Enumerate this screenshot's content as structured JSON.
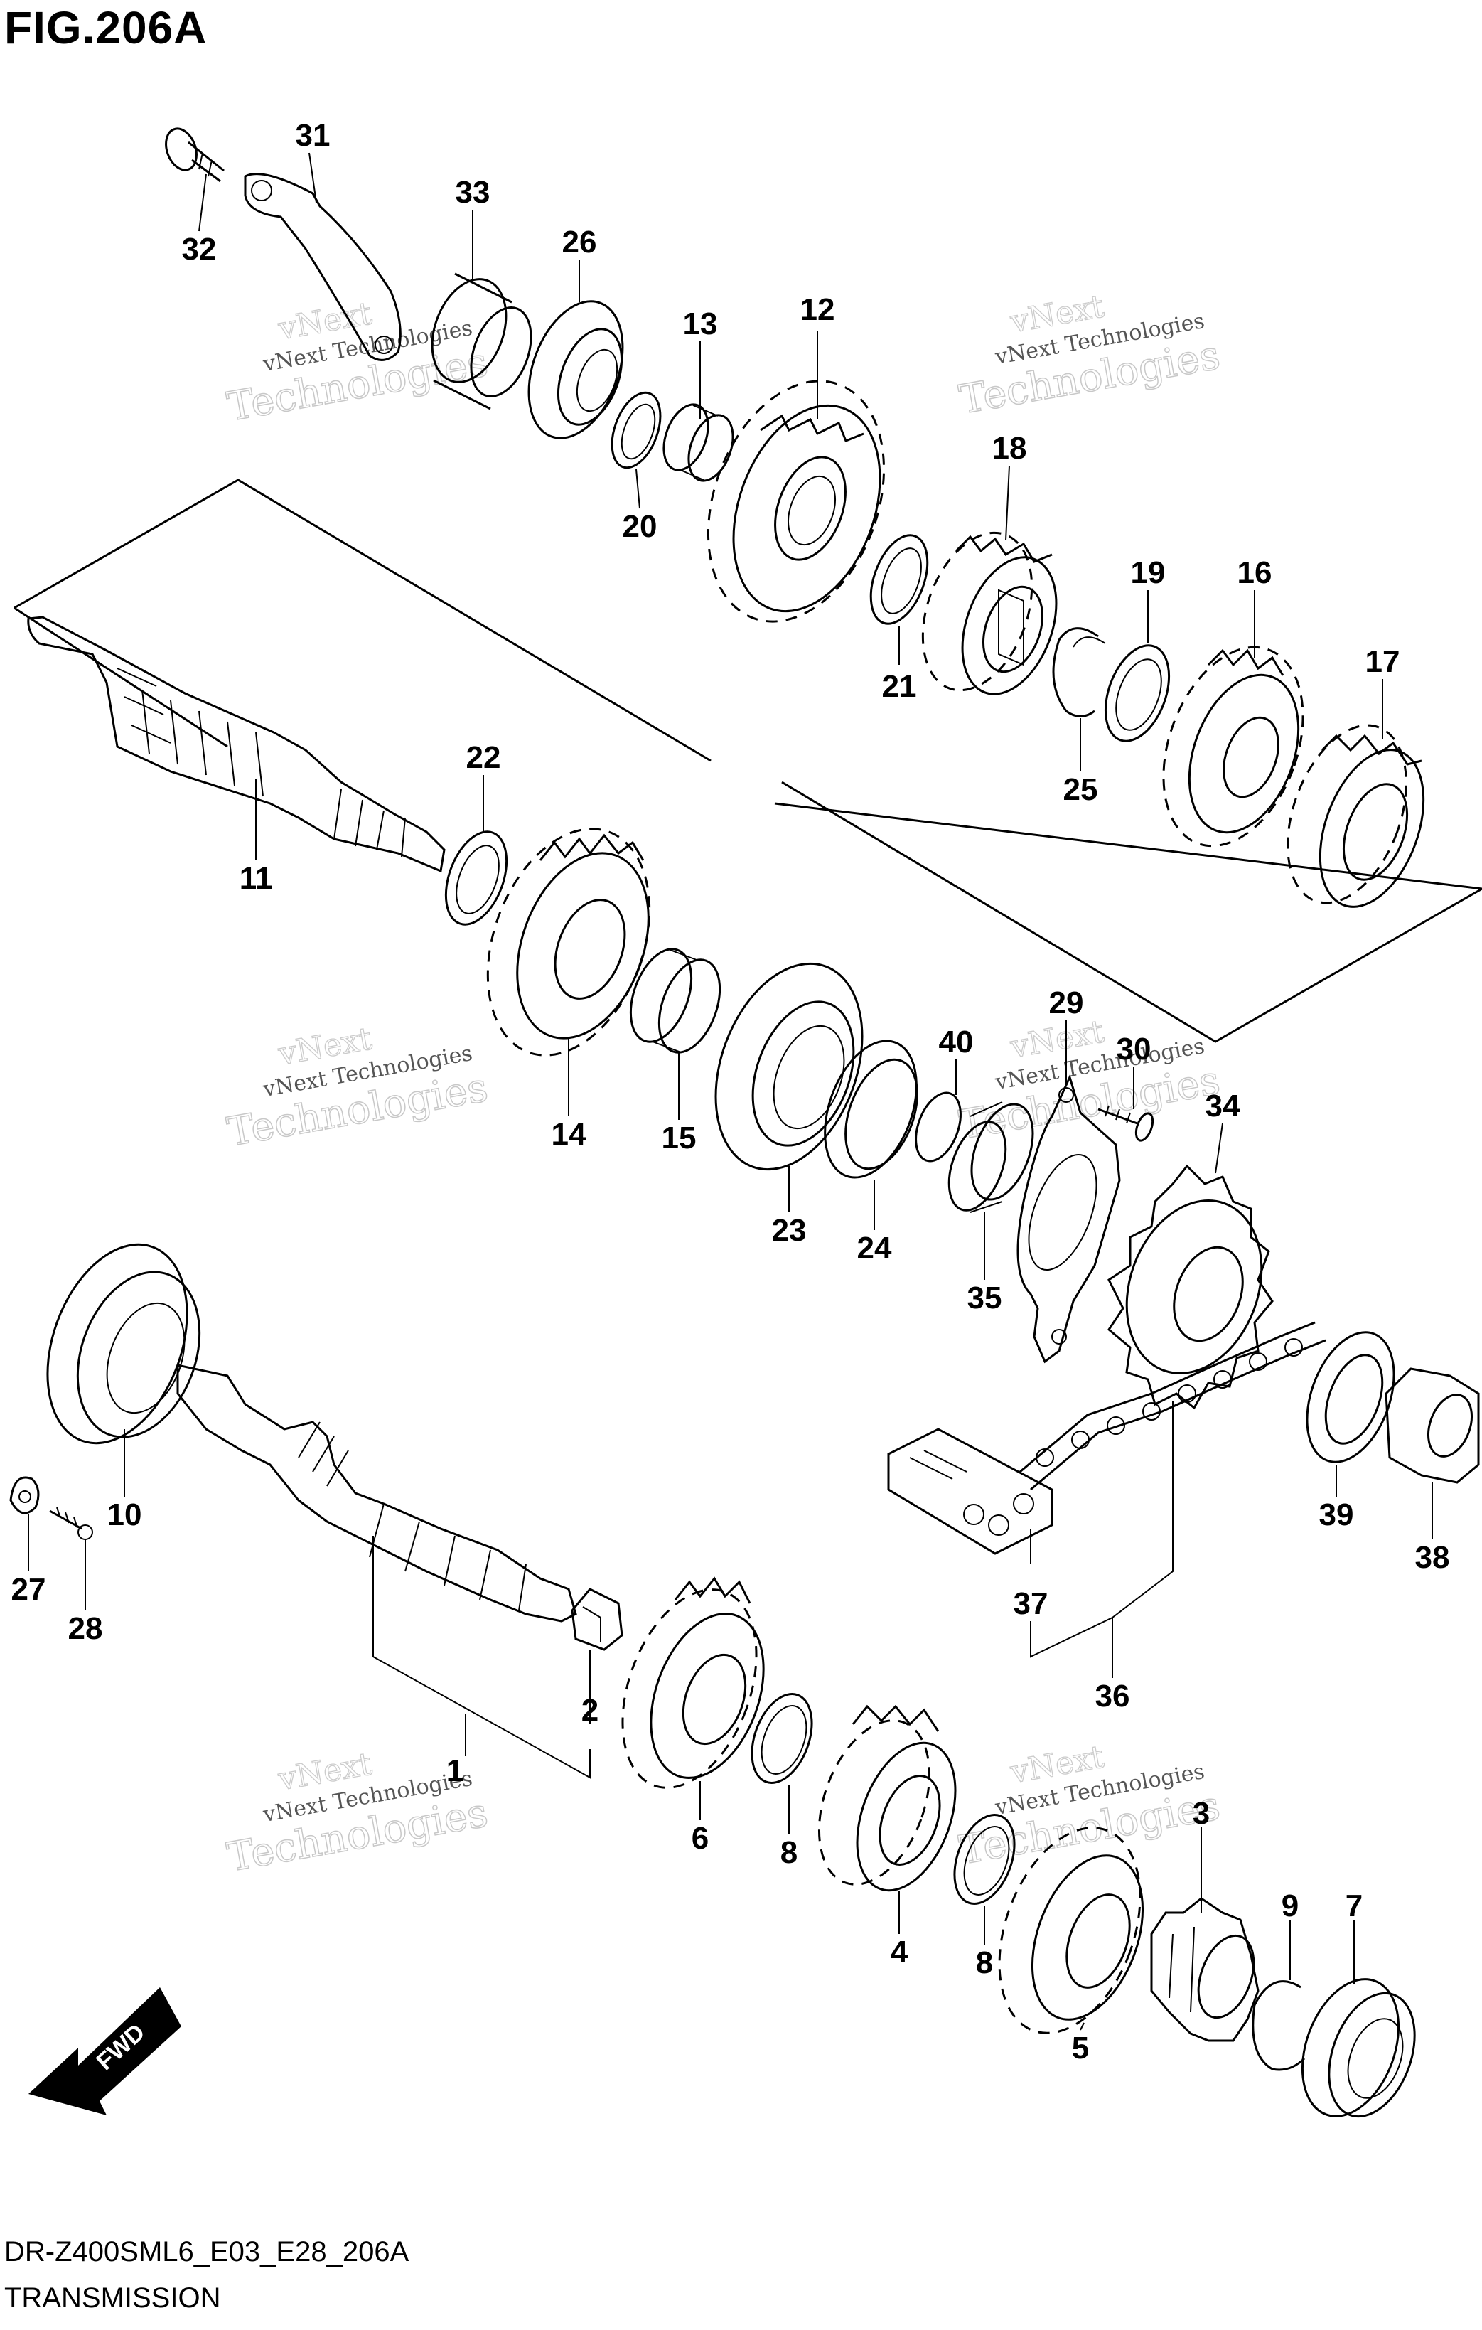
{
  "figure": {
    "title": "FIG.206A",
    "model_code": "DR-Z400SML6_E03_E28_206A",
    "section_name": "TRANSMISSION",
    "fwd_label": "FWD"
  },
  "watermark": {
    "line1": "vNext",
    "line2": "vNext Technologies",
    "line3": "Technologies"
  },
  "callouts": [
    {
      "id": "c1",
      "label": "1"
    },
    {
      "id": "c2",
      "label": "2"
    },
    {
      "id": "c3",
      "label": "3"
    },
    {
      "id": "c4",
      "label": "4"
    },
    {
      "id": "c5",
      "label": "5"
    },
    {
      "id": "c6",
      "label": "6"
    },
    {
      "id": "c7",
      "label": "7"
    },
    {
      "id": "c8a",
      "label": "8"
    },
    {
      "id": "c8b",
      "label": "8"
    },
    {
      "id": "c9",
      "label": "9"
    },
    {
      "id": "c10",
      "label": "10"
    },
    {
      "id": "c11",
      "label": "11"
    },
    {
      "id": "c12",
      "label": "12"
    },
    {
      "id": "c13",
      "label": "13"
    },
    {
      "id": "c14",
      "label": "14"
    },
    {
      "id": "c15",
      "label": "15"
    },
    {
      "id": "c16",
      "label": "16"
    },
    {
      "id": "c17",
      "label": "17"
    },
    {
      "id": "c18",
      "label": "18"
    },
    {
      "id": "c19",
      "label": "19"
    },
    {
      "id": "c20",
      "label": "20"
    },
    {
      "id": "c21",
      "label": "21"
    },
    {
      "id": "c22",
      "label": "22"
    },
    {
      "id": "c23",
      "label": "23"
    },
    {
      "id": "c24",
      "label": "24"
    },
    {
      "id": "c25",
      "label": "25"
    },
    {
      "id": "c26",
      "label": "26"
    },
    {
      "id": "c27",
      "label": "27"
    },
    {
      "id": "c28",
      "label": "28"
    },
    {
      "id": "c29",
      "label": "29"
    },
    {
      "id": "c30",
      "label": "30"
    },
    {
      "id": "c31",
      "label": "31"
    },
    {
      "id": "c32",
      "label": "32"
    },
    {
      "id": "c33",
      "label": "33"
    },
    {
      "id": "c34",
      "label": "34"
    },
    {
      "id": "c35",
      "label": "35"
    },
    {
      "id": "c36",
      "label": "36"
    },
    {
      "id": "c37",
      "label": "37"
    },
    {
      "id": "c38",
      "label": "38"
    },
    {
      "id": "c39",
      "label": "39"
    },
    {
      "id": "c40",
      "label": "40"
    }
  ]
}
